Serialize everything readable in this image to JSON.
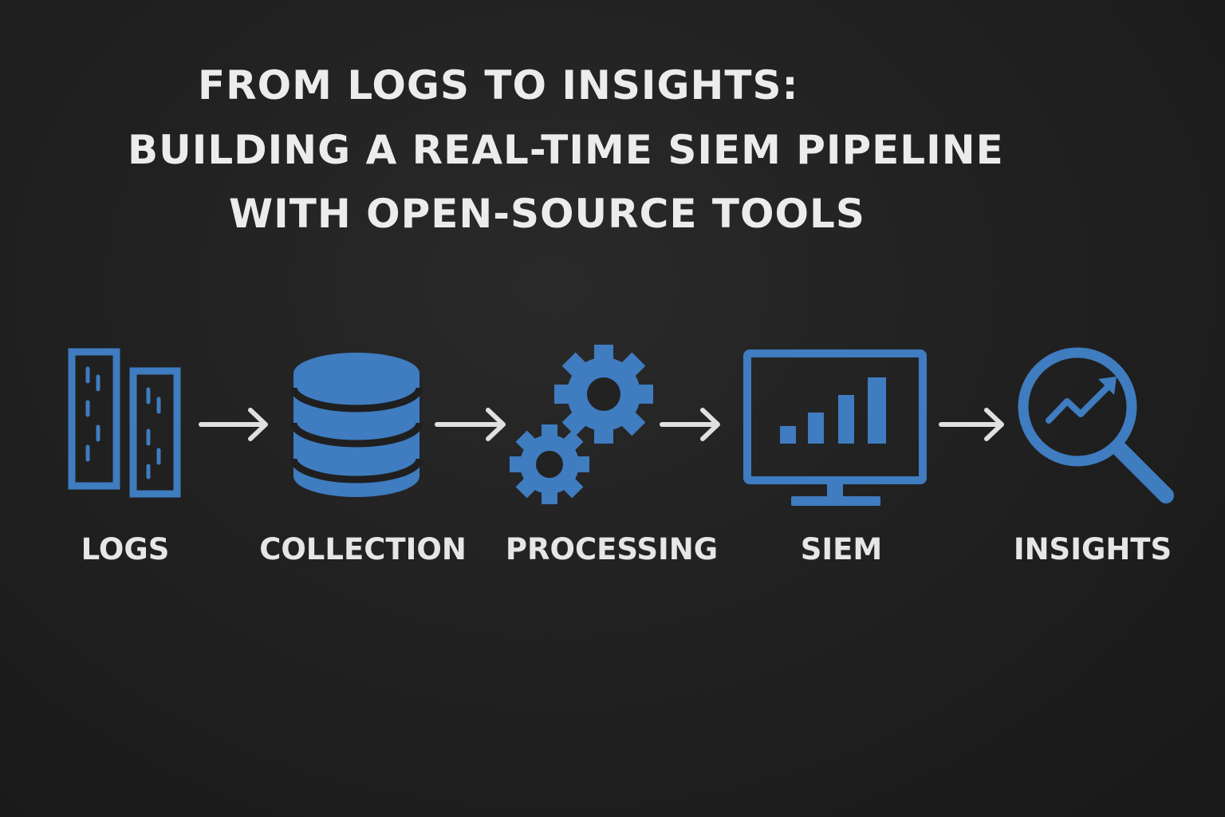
{
  "title": {
    "line1": "FROM LOGS TO INSIGHTS:",
    "line2": "BUILDING A REAL-TIME SIEM PIPELINE",
    "line3": "WITH OPEN-SOURCE TOOLS"
  },
  "stages": [
    {
      "label": "LOGS",
      "icon": "log-files-icon"
    },
    {
      "label": "COLLECTION",
      "icon": "database-icon"
    },
    {
      "label": "PROCESSING",
      "icon": "gears-icon"
    },
    {
      "label": "SIEM",
      "icon": "monitor-chart-icon"
    },
    {
      "label": "INSIGHTS",
      "icon": "magnifier-trend-icon"
    }
  ],
  "colors": {
    "background": "#1f1f1f",
    "accent": "#3f7cc0",
    "text": "#ececec",
    "arrow": "#e0e0e0"
  }
}
